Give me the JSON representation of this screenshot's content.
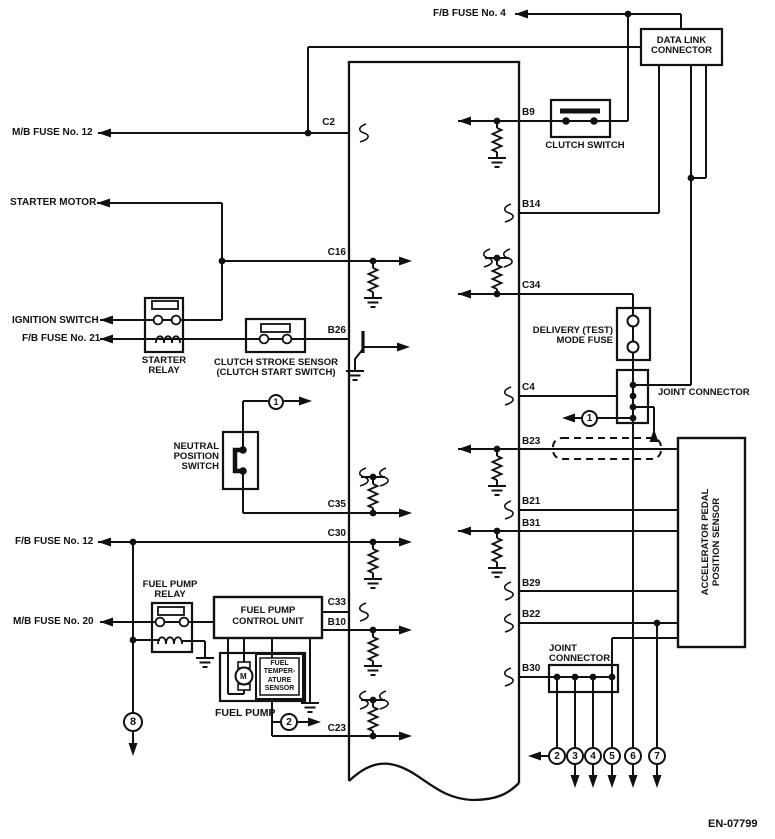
{
  "figure": {
    "code": "EN-07799"
  },
  "external": {
    "fb_fuse_4": "F/B FUSE No. 4",
    "mb_fuse_12": "M/B FUSE No. 12",
    "starter_motor": "STARTER MOTOR",
    "ignition_switch": "IGNITION SWITCH",
    "fb_fuse_21": "F/B FUSE No. 21",
    "fb_fuse_12": "F/B FUSE No. 12",
    "mb_fuse_20": "M/B FUSE No. 20"
  },
  "components": {
    "data_link_connector": {
      "line1": "DATA LINK",
      "line2": "CONNECTOR"
    },
    "clutch_switch": "CLUTCH SWITCH",
    "starter_relay": {
      "line1": "STARTER",
      "line2": "RELAY"
    },
    "clutch_stroke_sensor": {
      "line1": "CLUTCH STROKE SENSOR",
      "line2": "(CLUTCH START SWITCH)"
    },
    "neutral_position_switch": {
      "line1": "NEUTRAL",
      "line2": "POSITION",
      "line3": "SWITCH"
    },
    "delivery_mode_fuse": {
      "line1": "DELIVERY (TEST)",
      "line2": "MODE FUSE"
    },
    "joint_connector_right": "JOINT CONNECTOR",
    "joint_connector_bottom": {
      "line1": "JOINT",
      "line2": "CONNECTOR"
    },
    "accelerator_pedal_position_sensor": {
      "line1": "ACCELERATOR PEDAL",
      "line2": "POSITION SENSOR"
    },
    "fuel_pump_relay": {
      "line1": "FUEL PUMP",
      "line2": "RELAY"
    },
    "fuel_pump_control_unit": {
      "line1": "FUEL PUMP",
      "line2": "CONTROL UNIT"
    },
    "fuel_temperature_sensor": {
      "line1": "FUEL",
      "line2": "TEMPER-",
      "line3": "ATURE",
      "line4": "SENSOR"
    },
    "fuel_pump": "FUEL PUMP",
    "motor": "M"
  },
  "pins": {
    "c2": "C2",
    "b9": "B9",
    "b14": "B14",
    "c16": "C16",
    "c34": "C34",
    "b26": "B26",
    "c4": "C4",
    "b23": "B23",
    "c35": "C35",
    "b21": "B21",
    "b31": "B31",
    "c30": "C30",
    "b29": "B29",
    "c33": "C33",
    "b10": "B10",
    "b22": "B22",
    "b30": "B30",
    "c23": "C23"
  },
  "circled": {
    "ref1_left": "1",
    "ref1_right": "1",
    "ref2_fuel": "2",
    "ref8": "8",
    "row": [
      "2",
      "3",
      "4",
      "5",
      "6",
      "7"
    ]
  },
  "colors": {
    "ink": "#111111",
    "paper": "#ffffff"
  }
}
